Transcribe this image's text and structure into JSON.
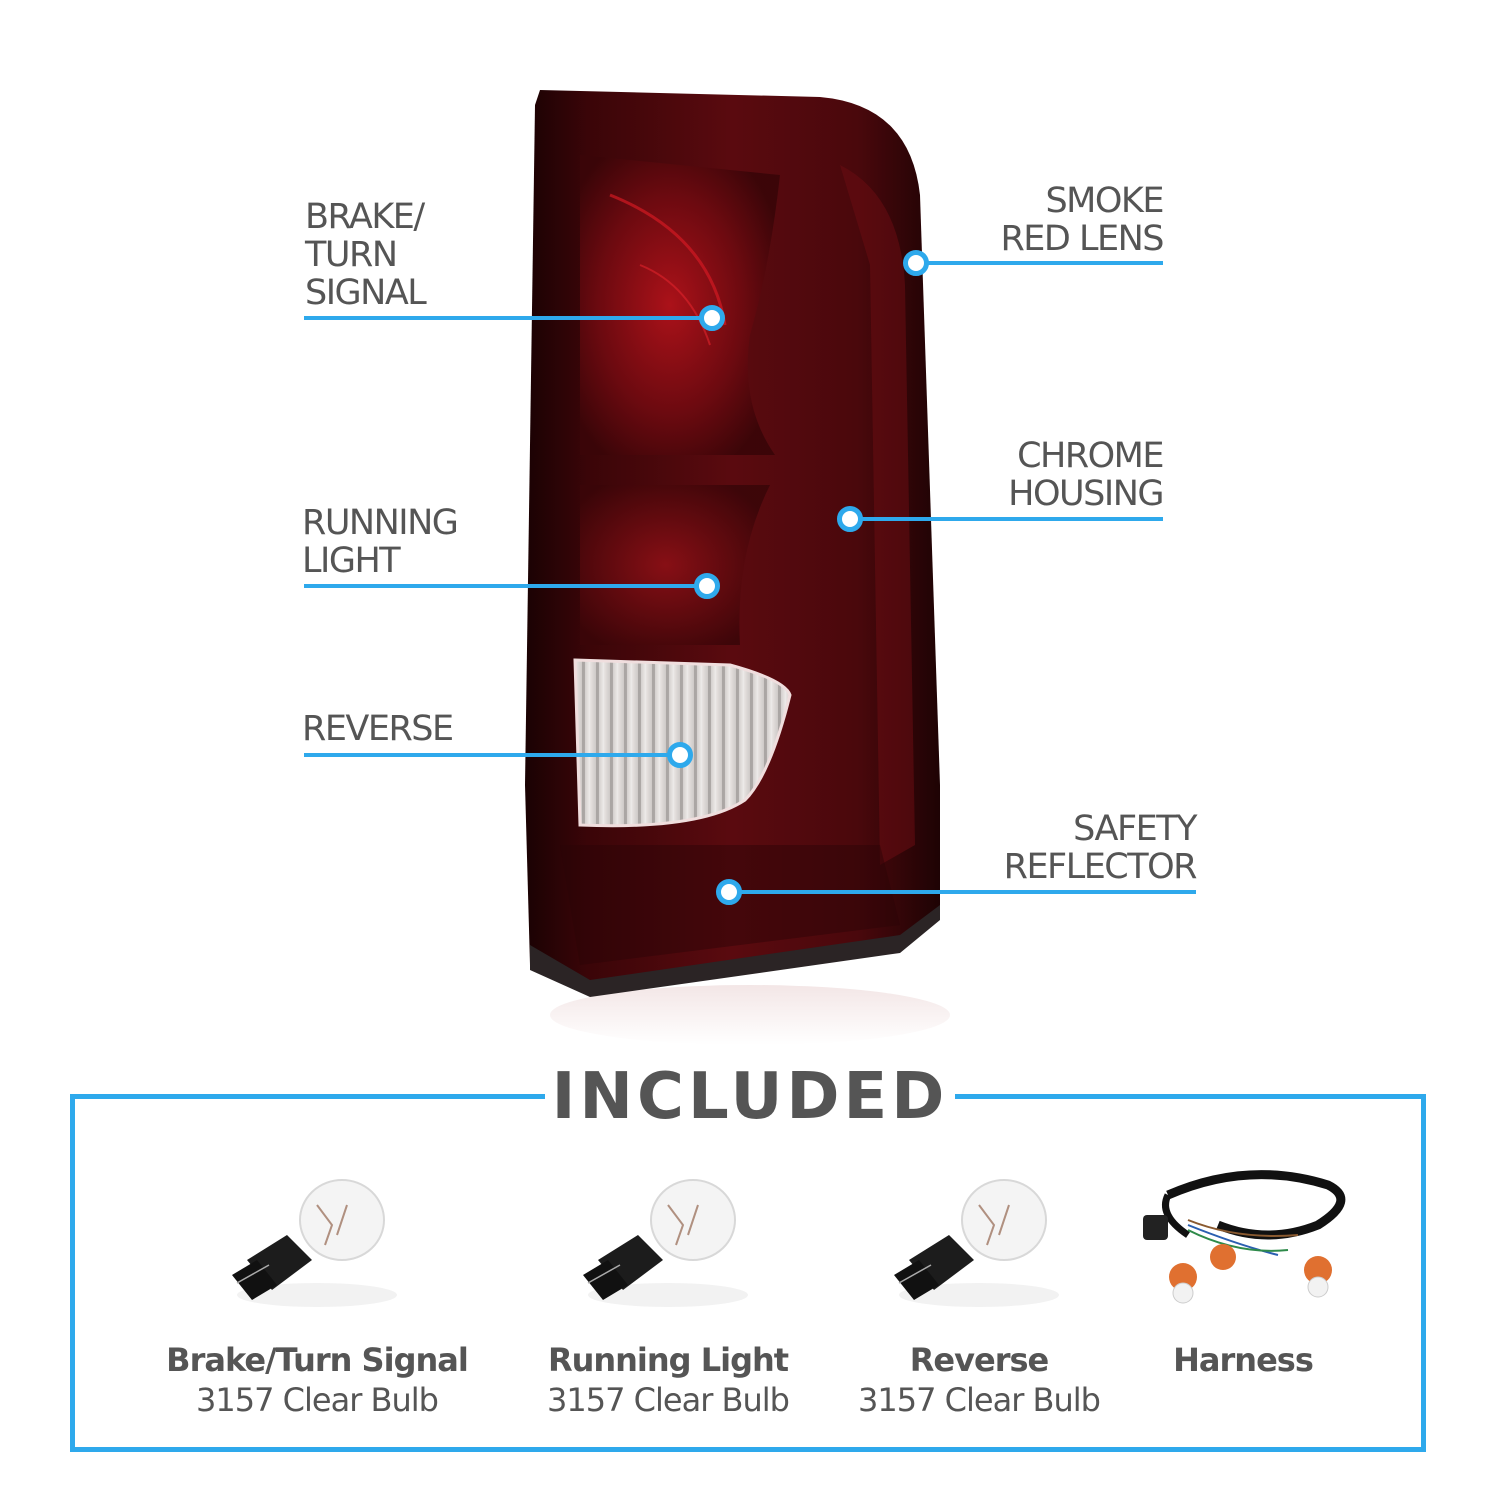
{
  "colors": {
    "accent": "#2ea9ec",
    "text": "#555555",
    "lens_dark": "#2a0406",
    "lens_red": "#7a0d12",
    "background": "#ffffff"
  },
  "product": {
    "name": "tail-light-assembly",
    "lens": "Smoke Red Lens",
    "housing": "Chrome Housing"
  },
  "callouts": [
    {
      "id": "brake-turn-signal",
      "lines": [
        "BRAKE/",
        "TURN",
        "SIGNAL"
      ],
      "side": "left"
    },
    {
      "id": "running-light",
      "lines": [
        "RUNNING",
        "LIGHT"
      ],
      "side": "left"
    },
    {
      "id": "reverse",
      "lines": [
        "REVERSE"
      ],
      "side": "left"
    },
    {
      "id": "smoke-red-lens",
      "lines": [
        "SMOKE",
        "RED LENS"
      ],
      "side": "right"
    },
    {
      "id": "chrome-housing",
      "lines": [
        "CHROME",
        "HOUSING"
      ],
      "side": "right"
    },
    {
      "id": "safety-reflector",
      "lines": [
        "SAFETY",
        "REFLECTOR"
      ],
      "side": "right"
    }
  ],
  "included": {
    "title": "INCLUDED",
    "items": [
      {
        "name": "Brake/Turn Signal",
        "detail": "3157 Clear Bulb",
        "icon": "bulb-icon"
      },
      {
        "name": "Running Light",
        "detail": "3157 Clear Bulb",
        "icon": "bulb-icon"
      },
      {
        "name": "Reverse",
        "detail": "3157 Clear Bulb",
        "icon": "bulb-icon"
      },
      {
        "name": "Harness",
        "detail": "",
        "icon": "wiring-harness-icon"
      }
    ]
  }
}
